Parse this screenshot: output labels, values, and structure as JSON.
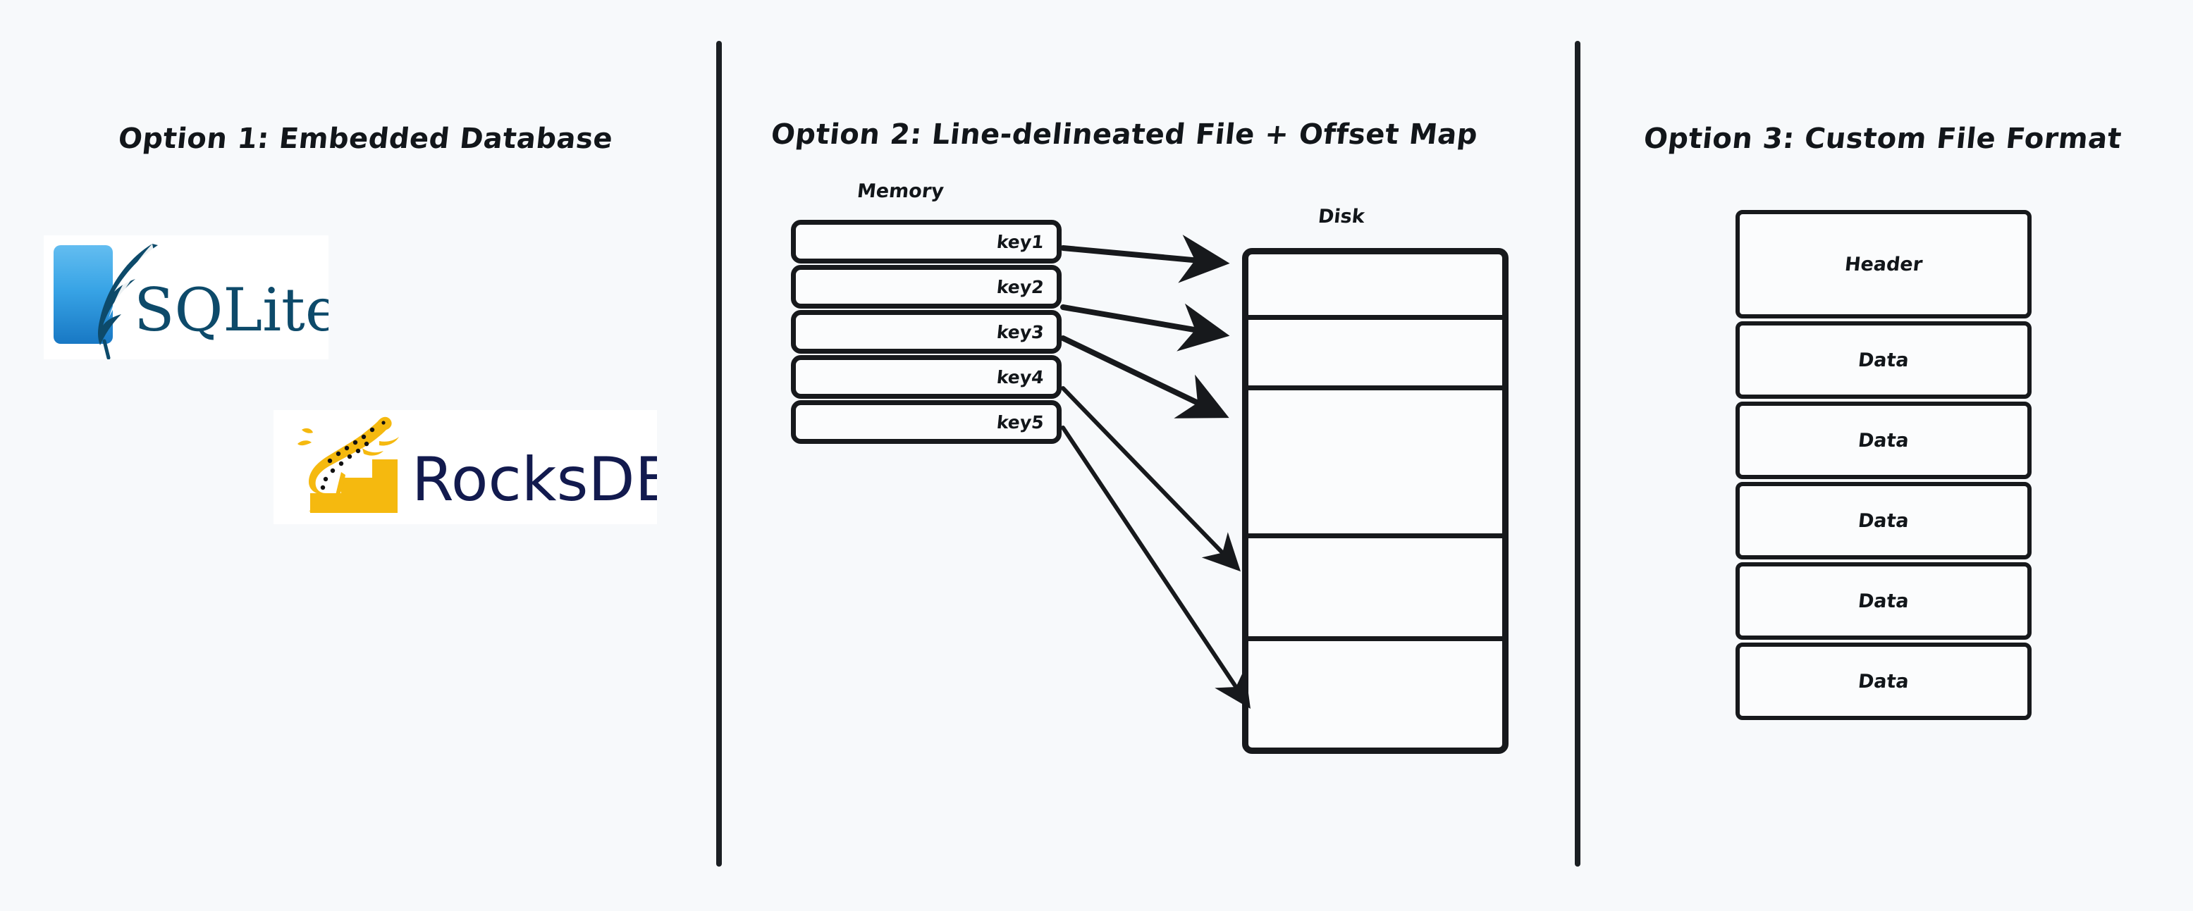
{
  "canvas": {
    "background": "#f7f9fb",
    "ink": "#17191c"
  },
  "columns": [
    {
      "id": "option-1",
      "title": "Option 1: Embedded Database",
      "logos": [
        {
          "name": "sqlite-logo",
          "alt_text": "SQLite",
          "wordmark": "SQLite",
          "colors": {
            "tile": "#2a8fd4",
            "ink": "#0c4a6e"
          }
        },
        {
          "name": "rocksdb-logo",
          "alt_text": "RocksDB",
          "wordmark": "RocksDB",
          "colors": {
            "cheetah": "#f5b90f",
            "ink": "#121a4e"
          }
        }
      ]
    },
    {
      "id": "option-2",
      "title": "Option 2: Line-delineated File + Offset Map",
      "memory": {
        "label": "Memory",
        "rows": [
          {
            "key": "key1"
          },
          {
            "key": "key2"
          },
          {
            "key": "key3"
          },
          {
            "key": "key4"
          },
          {
            "key": "key5"
          }
        ]
      },
      "disk": {
        "label": "Disk",
        "segments": 5
      },
      "mappings": [
        {
          "from": "key1",
          "to_segment": 1
        },
        {
          "from": "key2",
          "to_segment": 2
        },
        {
          "from": "key3",
          "to_segment": 3
        },
        {
          "from": "key4",
          "to_segment": 4
        },
        {
          "from": "key5",
          "to_segment": 5
        }
      ]
    },
    {
      "id": "option-3",
      "title": "Option 3: Custom File Format",
      "blocks": [
        {
          "label": "Header"
        },
        {
          "label": "Data"
        },
        {
          "label": "Data"
        },
        {
          "label": "Data"
        },
        {
          "label": "Data"
        },
        {
          "label": "Data"
        }
      ]
    }
  ]
}
